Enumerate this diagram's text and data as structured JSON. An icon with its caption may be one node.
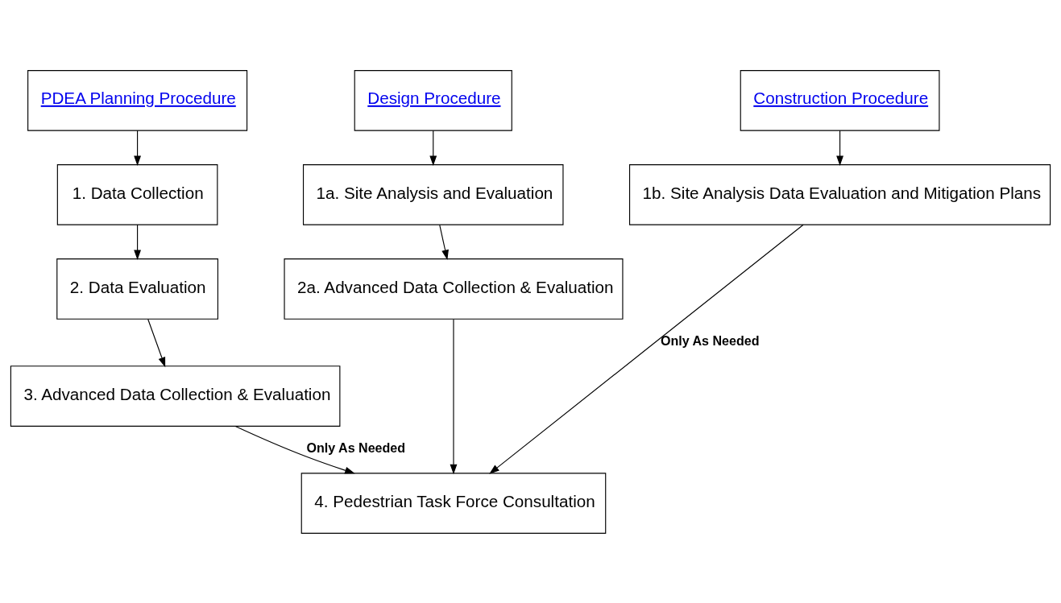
{
  "diagram": {
    "nodes": [
      {
        "text": [
          "PDEA Planning Procedure"
        ]
      },
      {
        "text": [
          "1. Data Collection"
        ]
      },
      {
        "text": [
          "2. Data Evaluation"
        ]
      },
      {
        "text": [
          "3. Advanced Data Collection & Evaluation"
        ]
      },
      {
        "text": [
          "Design Procedure"
        ]
      },
      {
        "text": [
          "1a. Site Analysis and Evaluation"
        ]
      },
      {
        "text": [
          "2a. Advanced Data Collection & Evaluation"
        ]
      },
      {
        "text": [
          "Construction Procedure"
        ]
      },
      {
        "text": [
          "1b. Site Analysis Data Evaluation and Mitigation Plans"
        ]
      },
      {
        "text": [
          "4. Pedestrian Task Force Consultation"
        ]
      }
    ],
    "edges": [
      {
        "from": 0,
        "to": 1,
        "arrow": "to"
      },
      {
        "from": 1,
        "to": 2,
        "arrow": "to"
      },
      {
        "from": 2,
        "to": 3,
        "arrow": "to"
      },
      {
        "from": 4,
        "to": 5,
        "arrow": "to"
      },
      {
        "from": 5,
        "to": 6,
        "arrow": "to"
      },
      {
        "from": 6,
        "to": 9,
        "arrow": "to"
      },
      {
        "from": 7,
        "to": 8,
        "arrow": "to"
      },
      {
        "from": 3,
        "to": 9,
        "arrow": "to",
        "label": "Only As Needed"
      },
      {
        "from": 8,
        "to": 9,
        "arrow": "to",
        "label": "Only As Needed"
      }
    ]
  }
}
